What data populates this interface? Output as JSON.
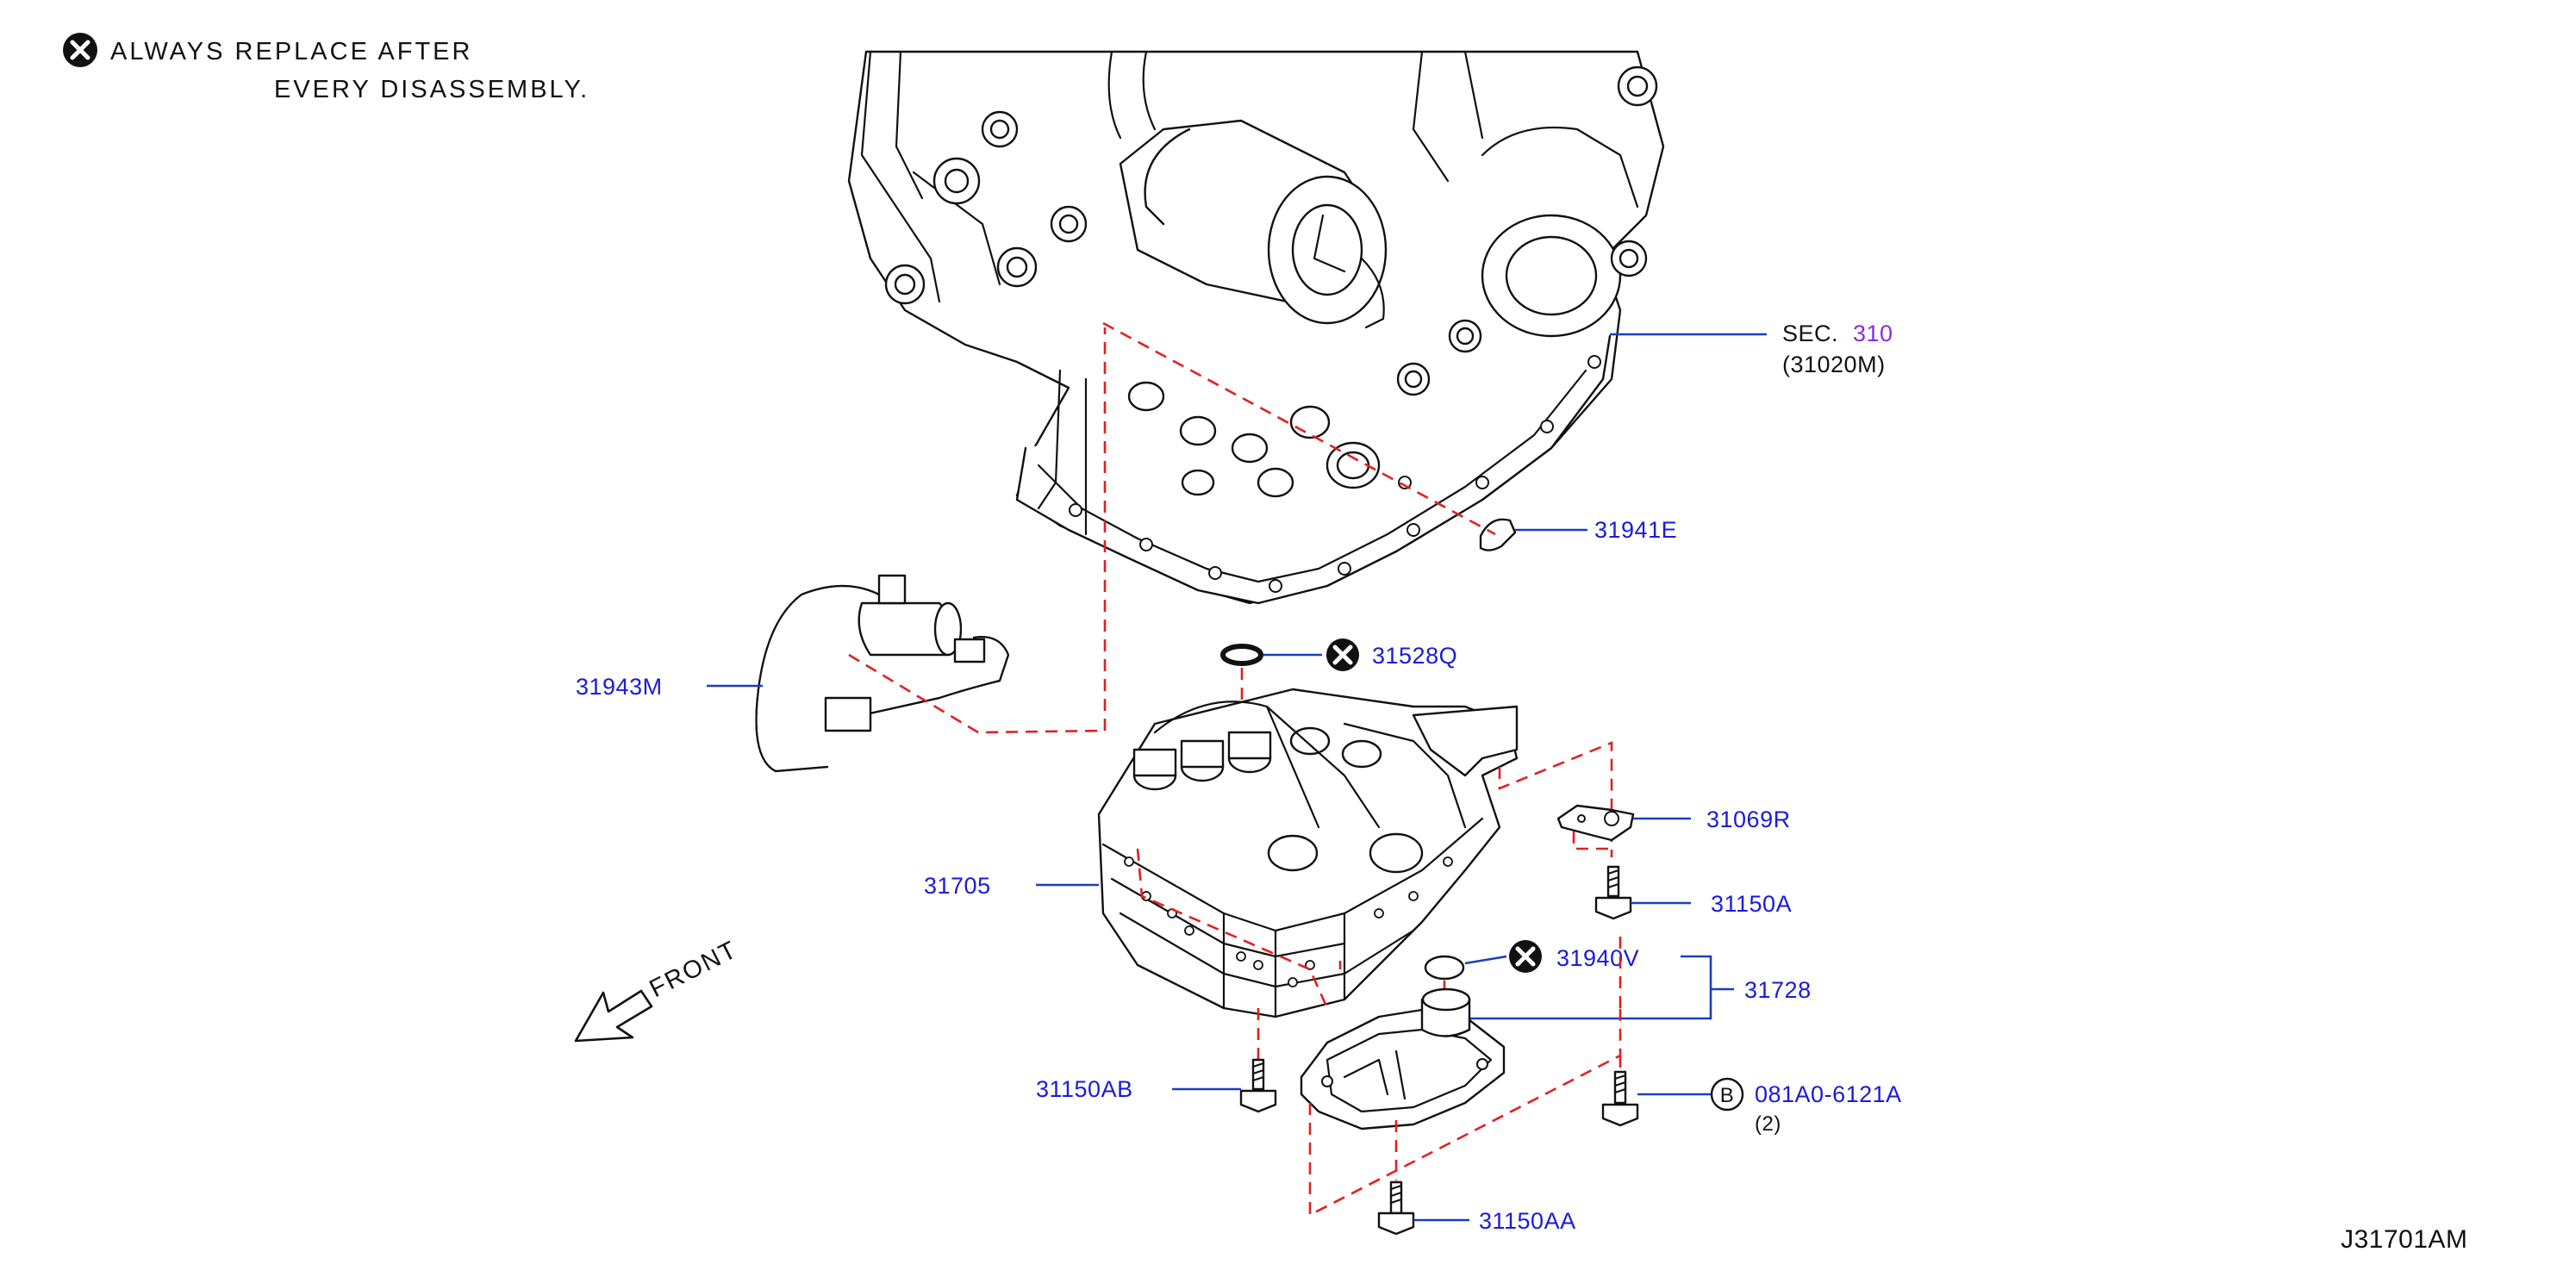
{
  "note": {
    "line1": "ALWAYS   REPLACE   AFTER",
    "line2": "EVERY   DISASSEMBLY."
  },
  "sec_ref": {
    "prefix": "SEC.",
    "number": "310",
    "sub": "(31020M)",
    "number_color": "#8a2be2"
  },
  "parts": {
    "p31941E": "31941E",
    "p31528Q": "31528Q",
    "p31943M": "31943M",
    "p31069R": "31069R",
    "p31150A": "31150A",
    "p31705": "31705",
    "p31940V": "31940V",
    "p31728": "31728",
    "p31150AB": "31150AB",
    "p081A0": "081A0-6121A",
    "p081A0_qty": "(2)",
    "p081A0_badge": "B",
    "p31150AA": "31150AA"
  },
  "front_label": "FRONT",
  "diagram_id": "J31701AM",
  "colors": {
    "label": "#1a1adb",
    "leader": "#1a3fbf",
    "dashed_guide": "#e02020"
  }
}
